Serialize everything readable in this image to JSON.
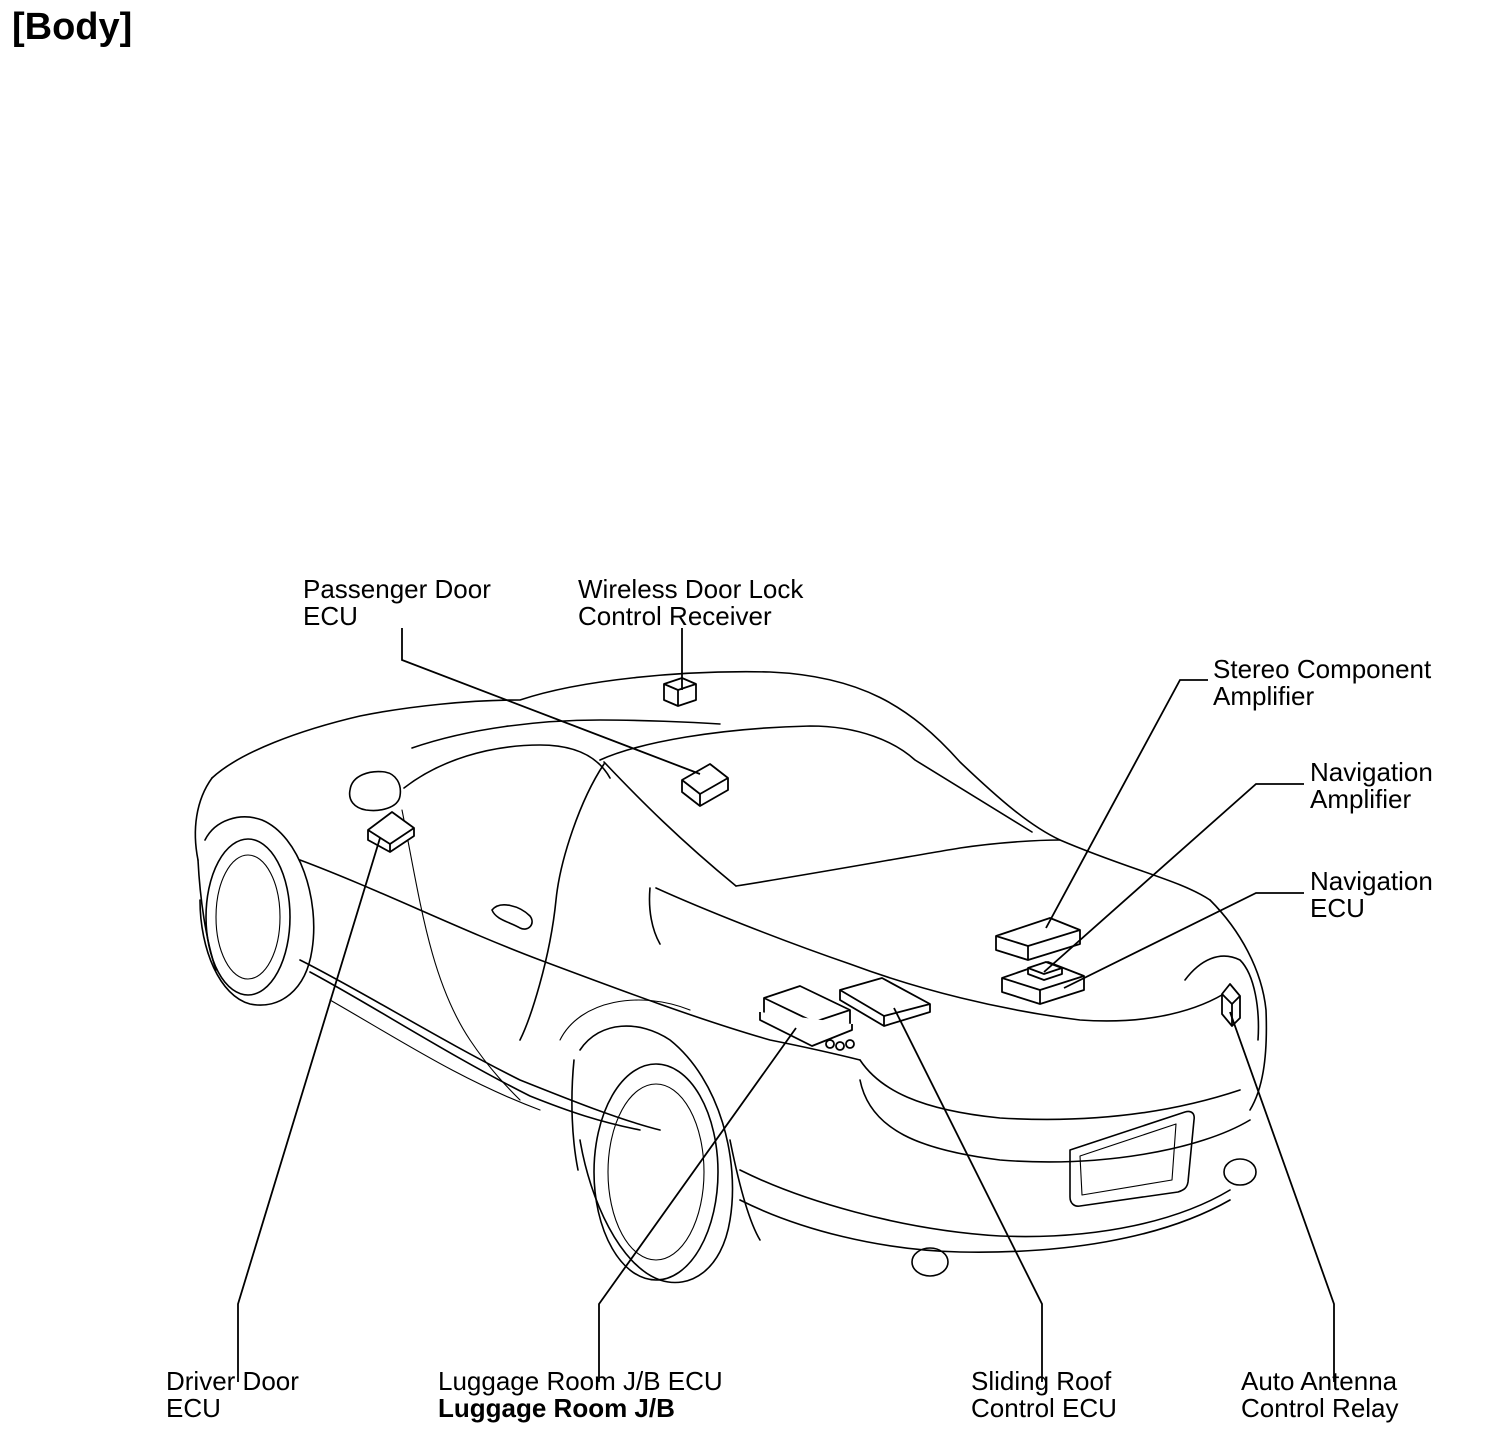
{
  "title": "[Body]",
  "labels": {
    "passenger_door_ecu": [
      "Passenger Door",
      "ECU"
    ],
    "wireless_door_lock": [
      "Wireless Door Lock",
      "Control Receiver"
    ],
    "stereo_amplifier": [
      "Stereo Component",
      "Amplifier"
    ],
    "navigation_amplifier": [
      "Navigation",
      "Amplifier"
    ],
    "navigation_ecu": [
      "Navigation",
      "ECU"
    ],
    "driver_door_ecu": [
      "Driver Door",
      "ECU"
    ],
    "luggage_room": [
      "Luggage Room J/B ECU",
      "Luggage Room J/B"
    ],
    "sliding_roof": [
      "Sliding Roof",
      "Control ECU"
    ],
    "auto_antenna": [
      "Auto Antenna",
      "Control Relay"
    ]
  }
}
